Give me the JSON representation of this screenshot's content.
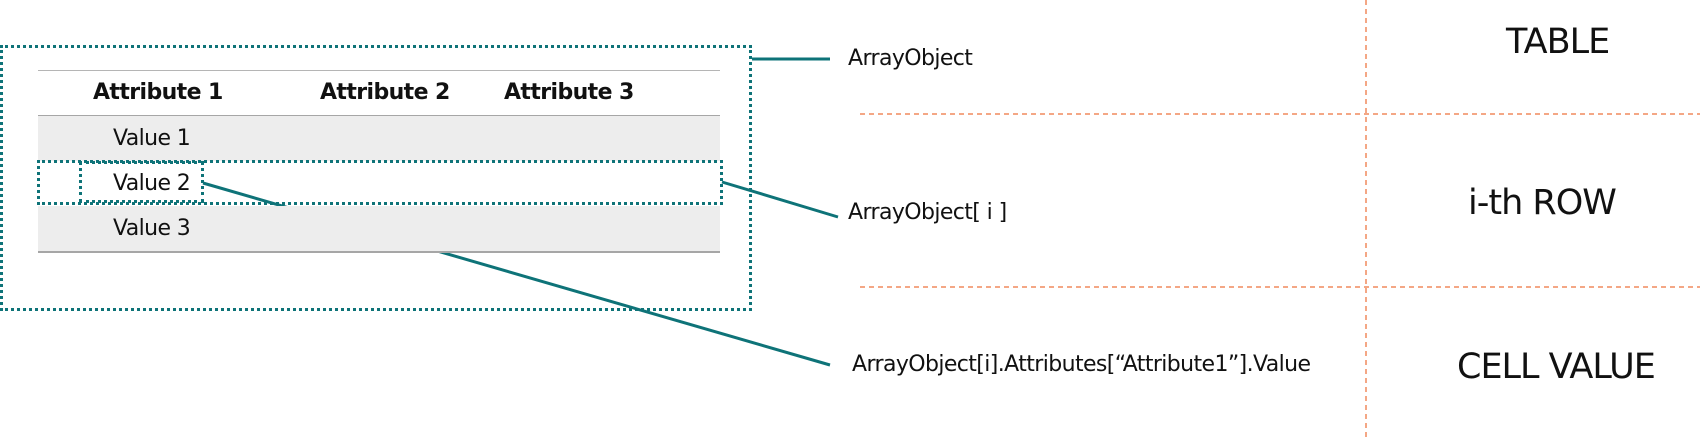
{
  "table": {
    "headers": [
      "Attribute 1",
      "Attribute 2",
      "Attribute 3"
    ],
    "rows": [
      "Value 1",
      "Value 2",
      "Value 3"
    ]
  },
  "labels": {
    "array_object": "ArrayObject",
    "array_object_row": "ArrayObject[ i ]",
    "array_object_value": "ArrayObject[i].Attributes[“Attribute1”].Value"
  },
  "levels": {
    "table": "TABLE",
    "row": "i-th ROW",
    "cell": "CELL VALUE"
  },
  "colors": {
    "accent": "#0e7378",
    "divider": "#f08a5d",
    "row_shade": "#ededed"
  }
}
